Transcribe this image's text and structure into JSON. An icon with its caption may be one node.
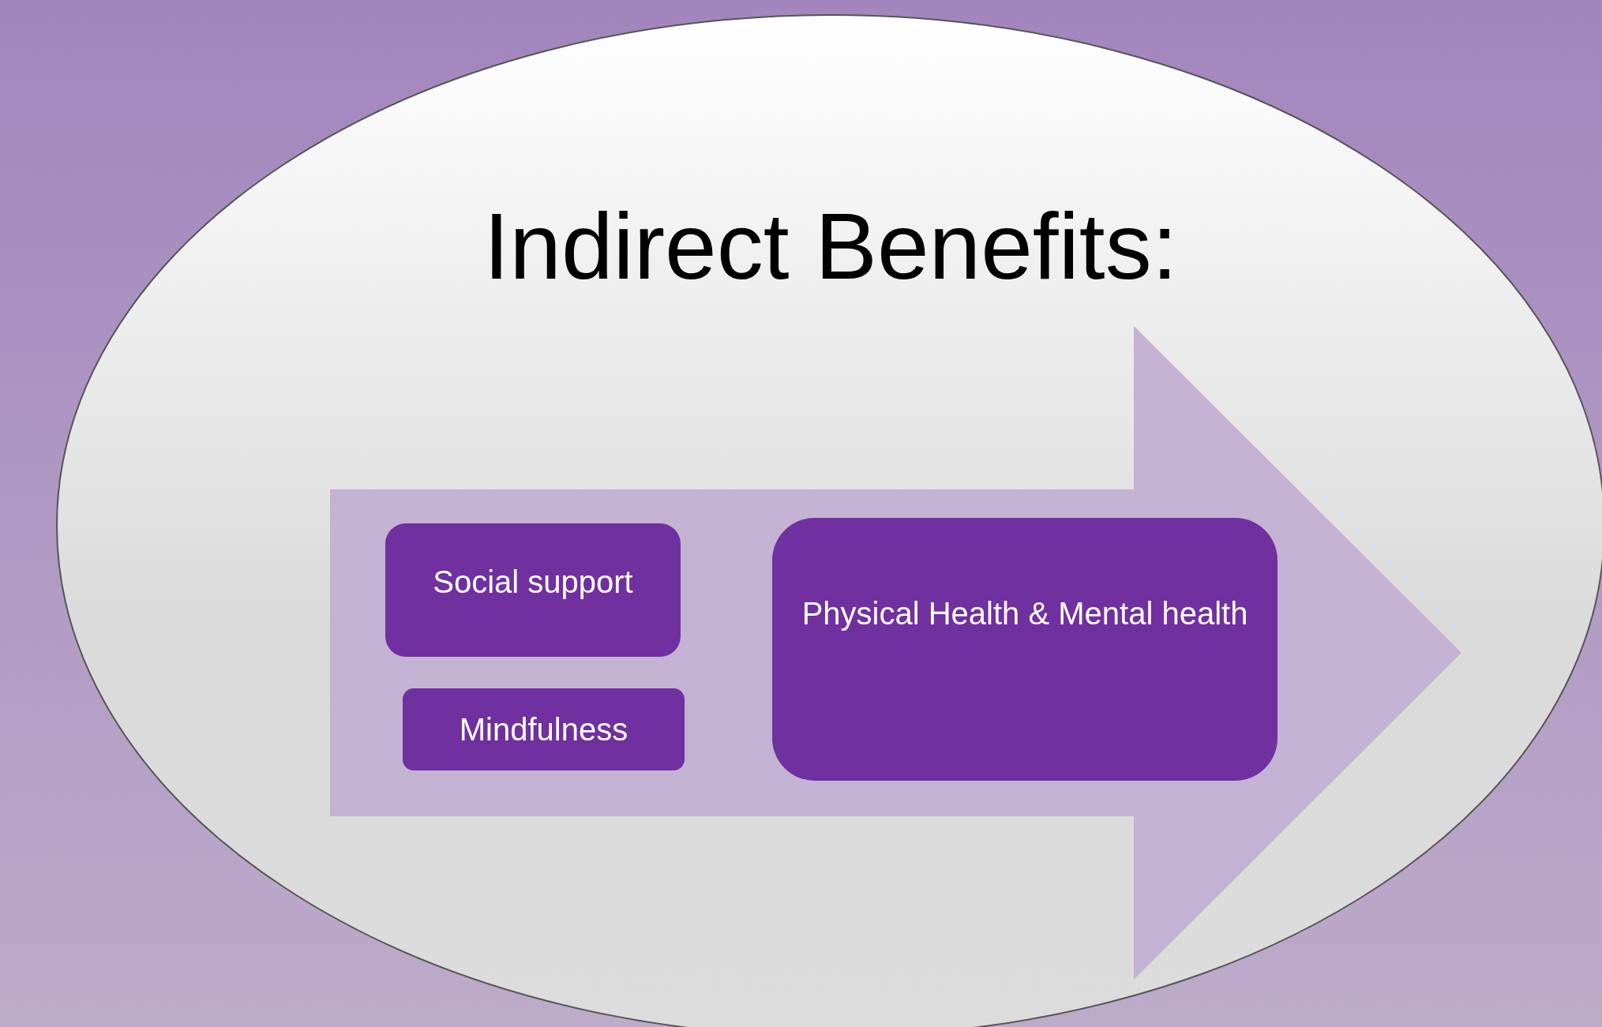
{
  "diagram": {
    "nodes": [
      {
        "text": [
          "Indirect Benefits:"
        ]
      },
      {
        "text": [],
        "shape": "arrow",
        "in": 0
      },
      {
        "text": [
          "Social support"
        ],
        "in": 1
      },
      {
        "text": [
          "Mindfulness"
        ],
        "in": 1
      },
      {
        "text": [
          "Physical Health & Mental health"
        ],
        "in": 1
      }
    ]
  }
}
